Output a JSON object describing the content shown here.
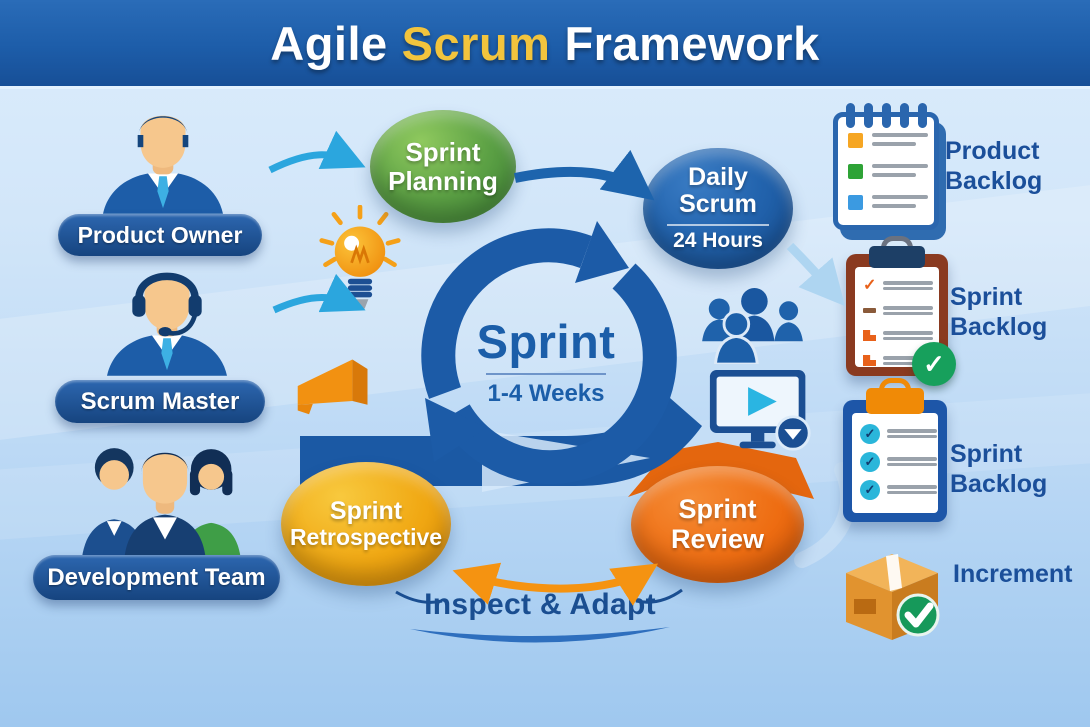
{
  "header": {
    "word1": "Agile",
    "word2": "Scrum",
    "word3": "Framework"
  },
  "roles": [
    {
      "label": "Product Owner"
    },
    {
      "label": "Scrum Master"
    },
    {
      "label": "Development Team"
    }
  ],
  "cycle": {
    "title": "Sprint",
    "duration": "1-4 Weeks"
  },
  "events": {
    "planning": {
      "line1": "Sprint",
      "line2": "Planning"
    },
    "daily": {
      "line1": "Daily",
      "line2": "Scrum",
      "duration": "24 Hours"
    },
    "retrospective": {
      "line1": "Sprint",
      "line2": "Retrospective"
    },
    "review": {
      "line1": "Sprint",
      "line2": "Review"
    },
    "inspect_adapt": "Inspect & Adapt"
  },
  "artifacts": [
    {
      "name": "product-backlog",
      "lines": [
        "Product",
        "Backlog"
      ]
    },
    {
      "name": "sprint-backlog-top",
      "lines": [
        "Sprint",
        "Backlog"
      ]
    },
    {
      "name": "sprint-backlog-bottom",
      "lines": [
        "Sprint",
        "Backlog"
      ]
    },
    {
      "name": "increment",
      "lines": [
        "Increment"
      ]
    }
  ],
  "icons": {
    "check": "✓"
  },
  "palette": {
    "header_blue": "#1d5da9",
    "gold": "#f2c43d",
    "navy_text": "#1b4f9a",
    "cycle_blue": "#1c5ba7",
    "light_arrow": "#2ba6de",
    "green_node": "#5ba044",
    "daily_blue": "#2263ad",
    "amber_node": "#f0a712",
    "orange_node": "#ee6d12",
    "badge_green": "#17a05c",
    "bg_top": "#dcedfc",
    "bg_bottom": "#9fc8ef"
  }
}
